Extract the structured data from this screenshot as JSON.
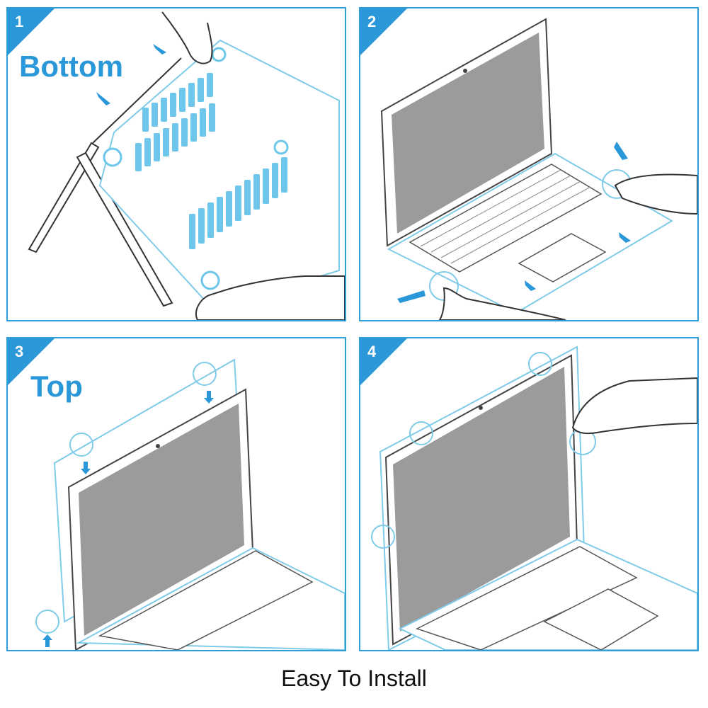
{
  "steps": [
    {
      "number": "1",
      "label": "Bottom"
    },
    {
      "number": "2",
      "label": ""
    },
    {
      "number": "3",
      "label": "Top"
    },
    {
      "number": "4",
      "label": ""
    }
  ],
  "caption": "Easy To Install",
  "colors": {
    "accent": "#2a98d8",
    "panel_border": "#2f9dd6",
    "screen": "#9b9b9b",
    "case_outline": "#7fcbe8",
    "line_art": "#333333"
  },
  "icons": [
    "hand-icon",
    "arrow-icon",
    "click-indicator-icon",
    "laptop-illustration"
  ]
}
